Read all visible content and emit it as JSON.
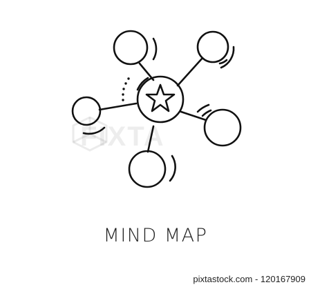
{
  "icon": {
    "name": "mind-map-icon",
    "stroke_color": "#111111",
    "caption": "MIND MAP"
  },
  "watermark": {
    "text": "FIXTA"
  },
  "footer": {
    "credit": "pixtastock.com - 120167909"
  }
}
